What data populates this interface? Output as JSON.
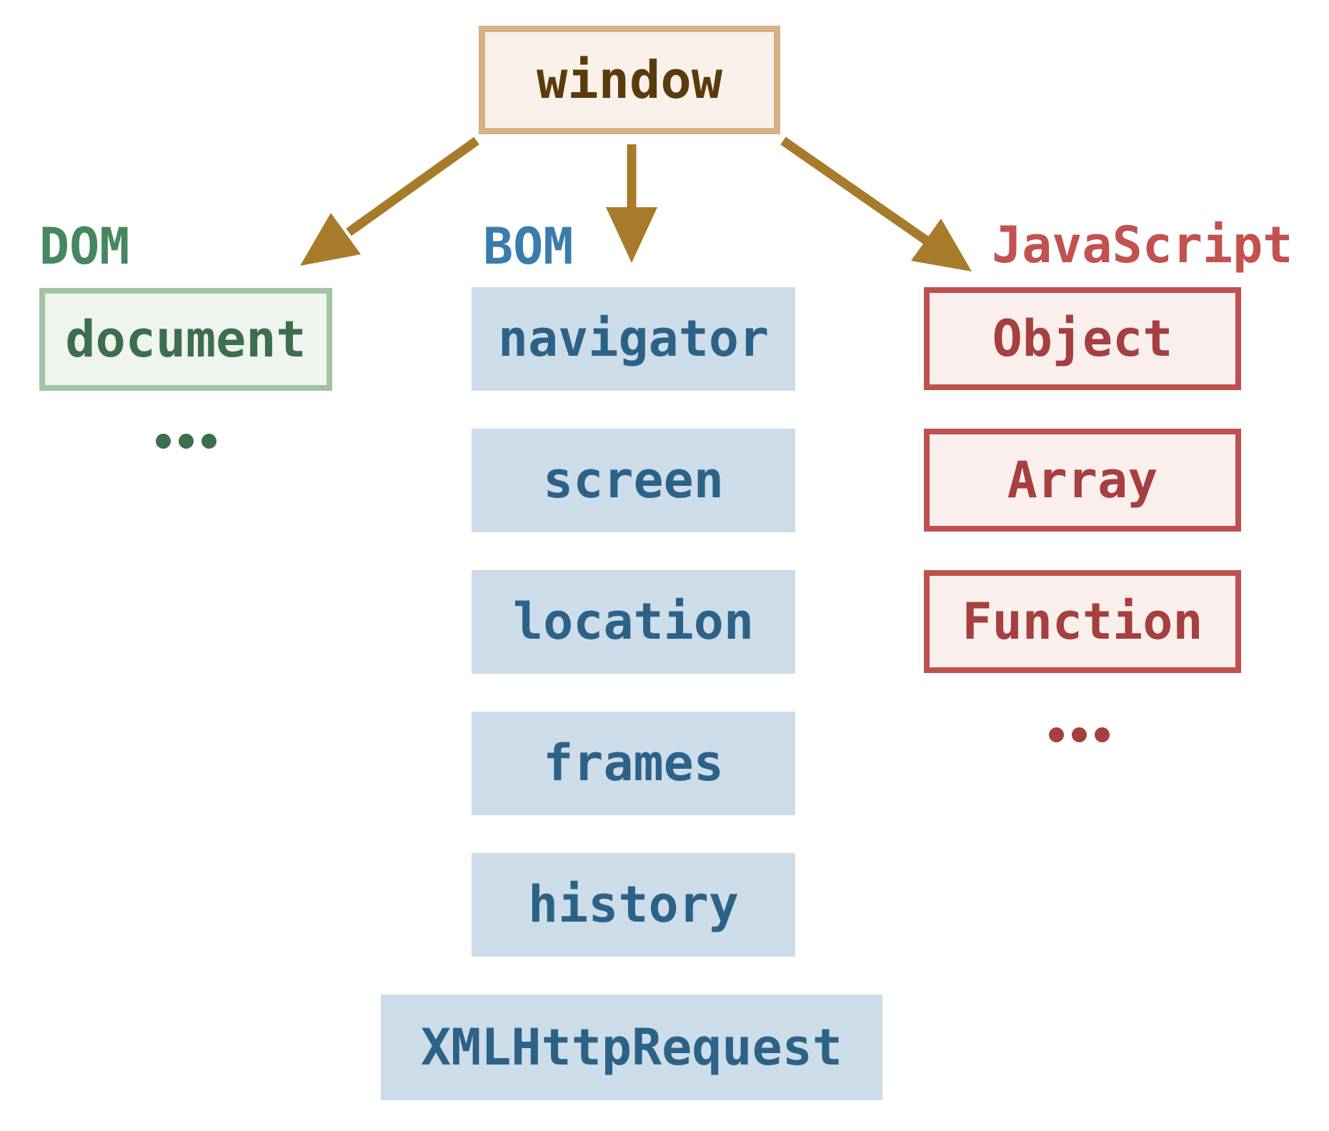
{
  "root": {
    "label": "window"
  },
  "dom": {
    "label": "DOM",
    "items": [
      "document"
    ],
    "ellipsis": "..."
  },
  "bom": {
    "label": "BOM",
    "items": [
      "navigator",
      "screen",
      "location",
      "frames",
      "history",
      "XMLHttpRequest"
    ]
  },
  "js": {
    "label": "JavaScript",
    "items": [
      "Object",
      "Array",
      "Function"
    ],
    "ellipsis": "..."
  },
  "colors": {
    "window-fill": "#faf1ea",
    "window-border": "#d8b086",
    "window-text": "#5a3b0c",
    "arrow": "#a87b2b",
    "dom-accent": "#47875f",
    "dom-box-fill": "#eff4ee",
    "dom-box-border": "#a3c4a4",
    "dom-box-text": "#3d6e4e",
    "bom-accent": "#3a7cac",
    "bom-box-fill": "#cddce9",
    "bom-box-text": "#2d6288",
    "js-accent": "#c25150",
    "js-box-fill": "#fbefee",
    "js-box-border": "#c0504f",
    "js-box-text": "#a63f3f"
  }
}
